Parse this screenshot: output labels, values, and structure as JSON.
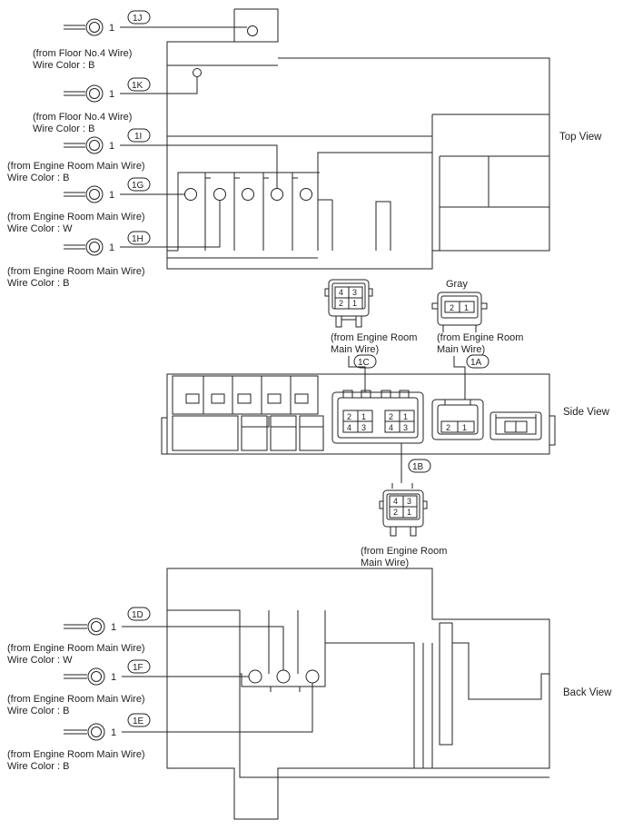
{
  "views": {
    "top": "Top View",
    "side": "Side View",
    "back": "Back View"
  },
  "terminals": {
    "1J": {
      "tag": "1J",
      "pin": "1",
      "from": "(from Floor No.4 Wire)",
      "color": "Wire Color : B"
    },
    "1K": {
      "tag": "1K",
      "pin": "1",
      "from": "(from Floor No.4 Wire)",
      "color": "Wire Color : B"
    },
    "1I": {
      "tag": "1I",
      "pin": "1",
      "from": "(from Engine Room Main Wire)",
      "color": "Wire Color : B"
    },
    "1G": {
      "tag": "1G",
      "pin": "1",
      "from": "(from Engine Room Main Wire)",
      "color": "Wire Color : W"
    },
    "1H": {
      "tag": "1H",
      "pin": "1",
      "from": "(from Engine Room Main Wire)",
      "color": "Wire Color : B"
    },
    "1D": {
      "tag": "1D",
      "pin": "1",
      "from": "(from Engine Room Main Wire)",
      "color": "Wire Color : W"
    },
    "1F": {
      "tag": "1F",
      "pin": "1",
      "from": "(from Engine Room Main Wire)",
      "color": "Wire Color : B"
    },
    "1E": {
      "tag": "1E",
      "pin": "1",
      "from": "(from Engine Room Main Wire)",
      "color": "Wire Color : B"
    }
  },
  "connectors": {
    "1C": {
      "tag": "1C",
      "from_line1": "(from Engine Room",
      "from_line2": "Main Wire)",
      "pins": [
        "4",
        "3",
        "2",
        "1"
      ]
    },
    "1A": {
      "tag": "1A",
      "color": "Gray",
      "from_line1": "(from Engine Room",
      "from_line2": "Main Wire)",
      "pins": [
        "2",
        "1"
      ]
    },
    "1B": {
      "tag": "1B",
      "from_line1": "(from Engine Room",
      "from_line2": "Main Wire)",
      "pins": [
        "4",
        "3",
        "2",
        "1"
      ]
    },
    "side_left_pins": [
      "2",
      "1",
      "4",
      "3"
    ],
    "side_right_pins": [
      "2",
      "1",
      "4",
      "3"
    ],
    "side_1a_pins": [
      "2",
      "1"
    ]
  }
}
